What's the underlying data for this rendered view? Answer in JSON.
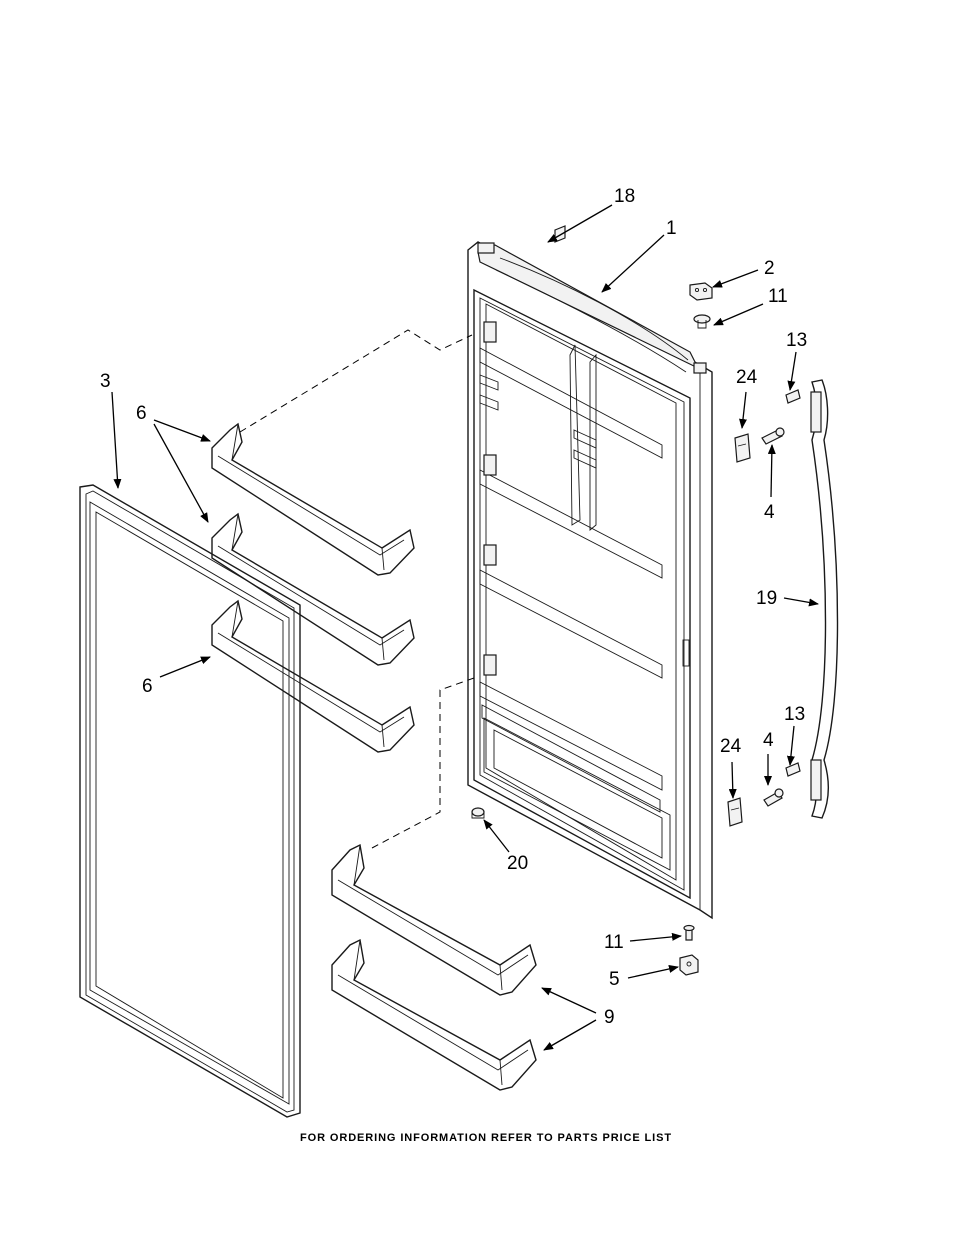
{
  "callouts": {
    "c1": "1",
    "c2": "2",
    "c3": "3",
    "c4a": "4",
    "c4b": "4",
    "c5": "5",
    "c6a": "6",
    "c6b": "6",
    "c9": "9",
    "c11a": "11",
    "c11b": "11",
    "c13a": "13",
    "c13b": "13",
    "c18": "18",
    "c19": "19",
    "c20": "20",
    "c24a": "24",
    "c24b": "24"
  },
  "footer": "FOR ORDERING INFORMATION REFER TO PARTS PRICE LIST"
}
